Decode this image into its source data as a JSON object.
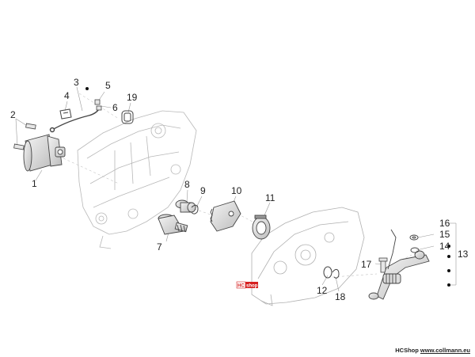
{
  "diagram": {
    "callouts": [
      "1",
      "2",
      "3",
      "4",
      "5",
      "6",
      "19",
      "7",
      "8",
      "9",
      "10",
      "11",
      "12",
      "18",
      "17",
      "16",
      "15",
      "14",
      "13"
    ],
    "watermark": {
      "prefix": "HC",
      "suffix": "shop",
      "accent": "#d62020"
    },
    "footer": {
      "brand": "HCShop",
      "url": "www.collmann.eu"
    },
    "colors": {
      "line": "#9a9a9a",
      "part_stroke": "#444444",
      "label": "#222222"
    }
  }
}
